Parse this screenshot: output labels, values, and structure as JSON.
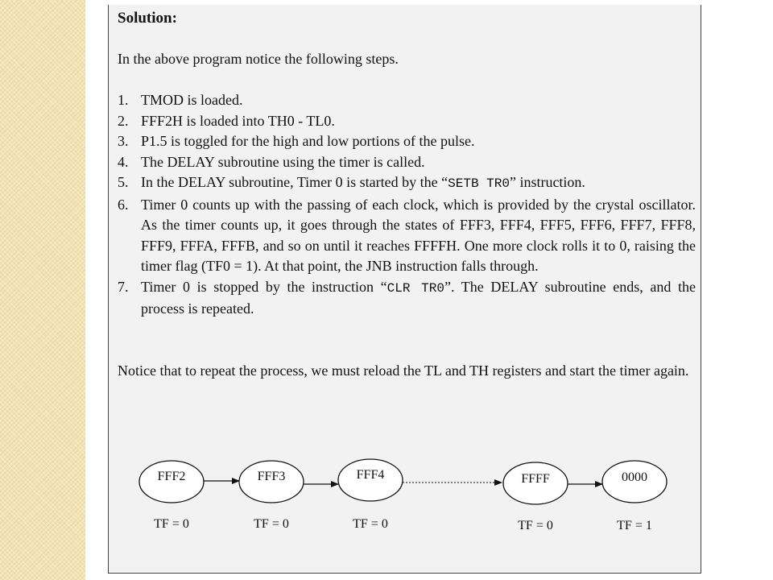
{
  "solution": {
    "title": "Solution:",
    "intro": "In the above program notice the following steps.",
    "steps": [
      {
        "num": "1.",
        "text": "TMOD is loaded."
      },
      {
        "num": "2.",
        "text": "FFF2H is loaded into TH0 - TL0."
      },
      {
        "num": "3.",
        "text": "P1.5 is toggled for the high and low portions of the pulse."
      },
      {
        "num": "4.",
        "text": "The DELAY subroutine using the timer is called."
      },
      {
        "num": "5.",
        "pre": "In the DELAY subroutine, Timer 0 is started by the “",
        "code": "SETB TR0",
        "post": "” instruction."
      },
      {
        "num": "6.",
        "text": "Timer 0 counts up with the passing of each clock, which is provided by the crystal oscillator. As the timer counts up, it goes through the states of FFF3, FFF4, FFF5, FFF6, FFF7, FFF8, FFF9, FFFA, FFFB, and so on until it reaches FFFFH. One more clock rolls it to 0, raising the timer flag (TF0 = 1). At that point, the JNB instruction falls through."
      },
      {
        "num": "7.",
        "pre": "Timer 0 is stopped by the instruction “",
        "code": "CLR TR0",
        "post": "”. The DELAY subroutine ends, and the process is repeated."
      }
    ],
    "outro": "Notice that to repeat the process, we must reload the TL and TH registers and start the timer again."
  },
  "diagram": {
    "states": [
      "FFF2",
      "FFF3",
      "FFF4",
      "FFFF",
      "0000"
    ],
    "flags": [
      "TF = 0",
      "TF = 0",
      "TF = 0",
      "TF = 0",
      "TF = 1"
    ]
  }
}
